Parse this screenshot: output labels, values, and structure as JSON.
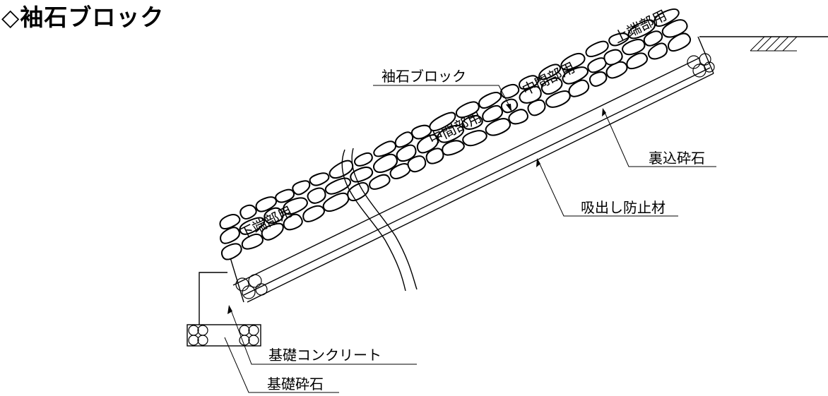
{
  "title": "◇袖石ブロック",
  "labels": {
    "upper_end": "上端部用",
    "middle_upper": "中間部用",
    "middle_lower": "中間部用",
    "lower_end": "下端部用",
    "block": "袖石ブロック",
    "backfill": "裏込砕石",
    "anti_suction": "吸出し防止材",
    "foundation_concrete": "基礎コンクリート",
    "foundation_gravel": "基礎砕石"
  }
}
